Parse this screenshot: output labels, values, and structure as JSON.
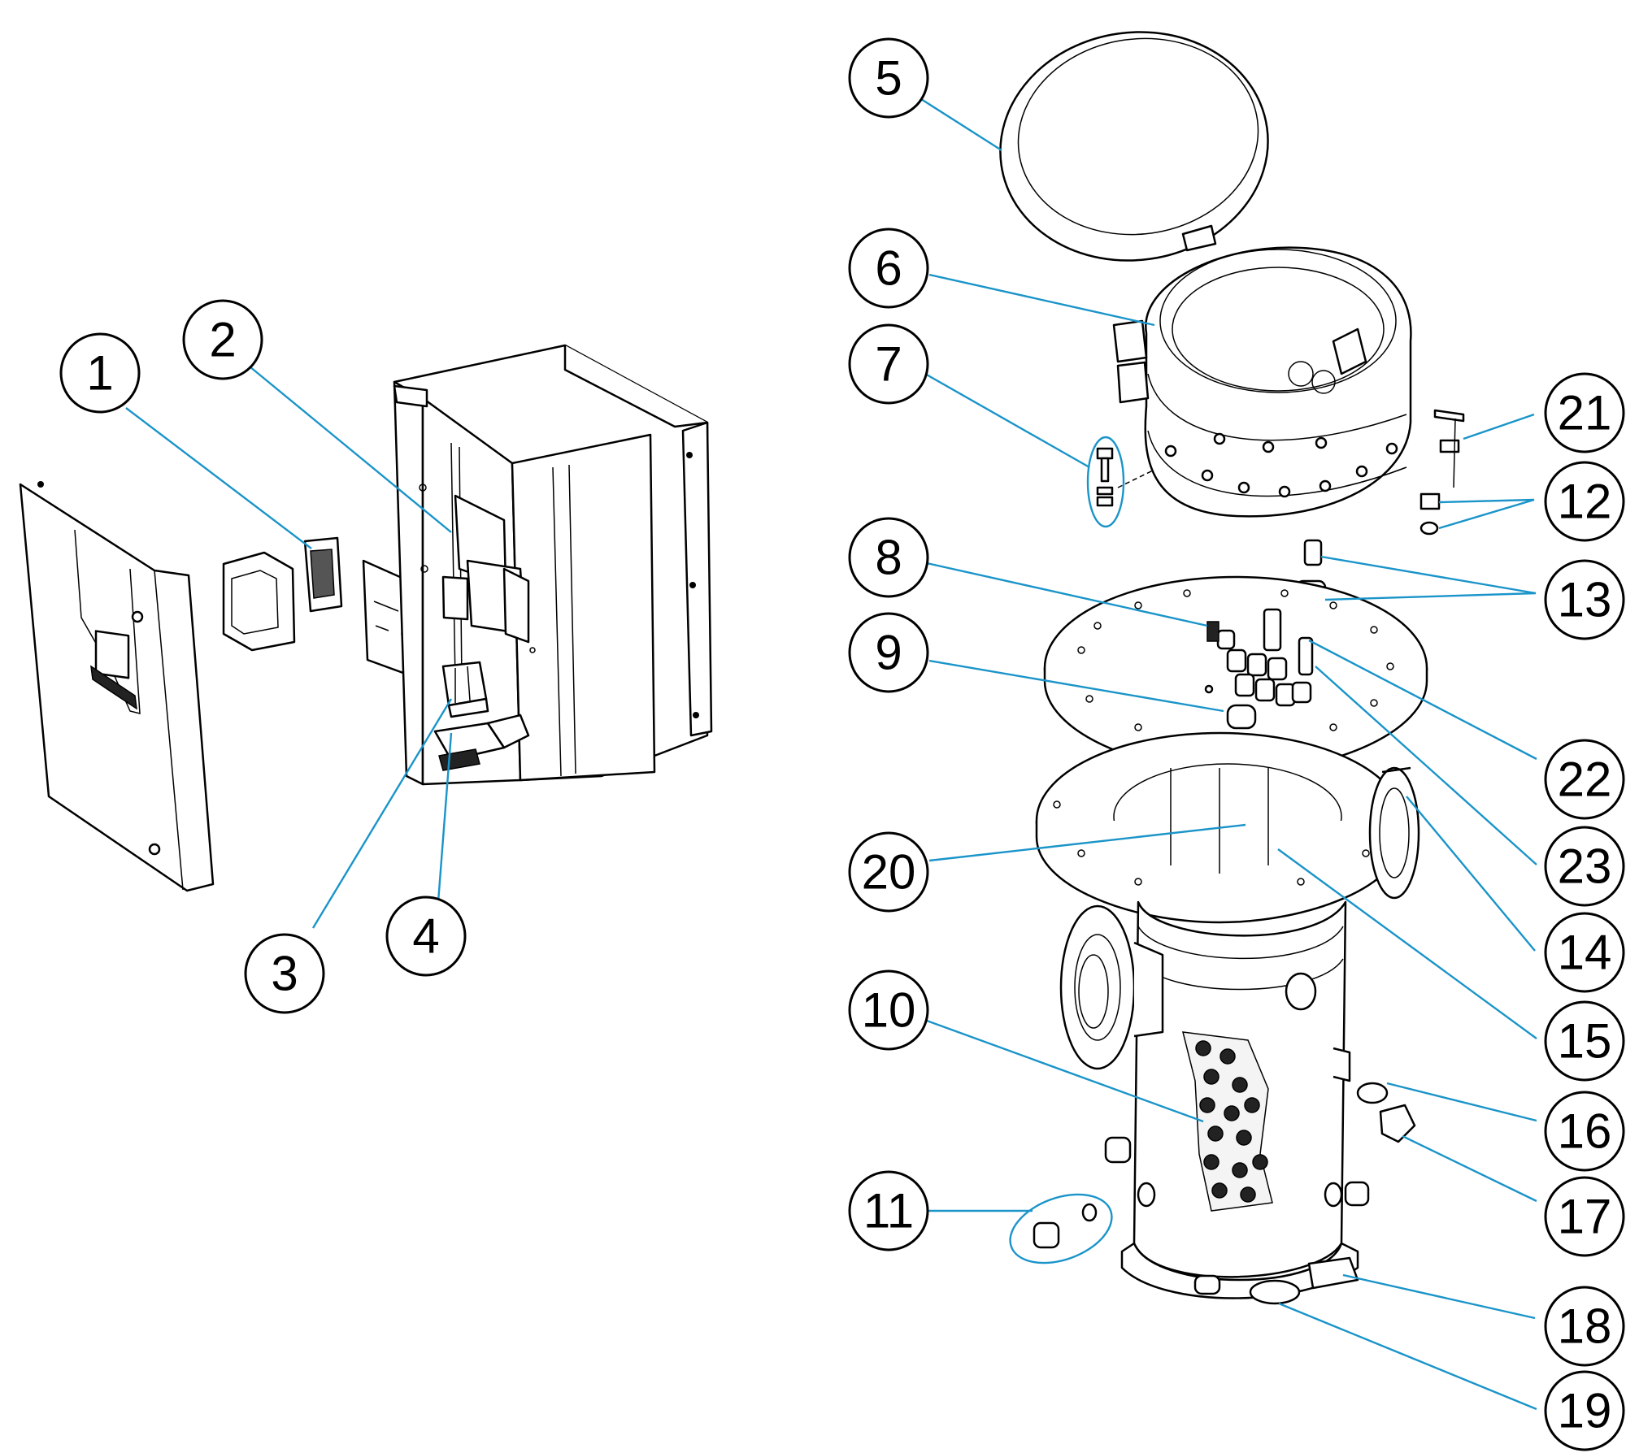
{
  "diagram": {
    "callouts": [
      {
        "label": "1"
      },
      {
        "label": "2"
      },
      {
        "label": "3"
      },
      {
        "label": "4"
      },
      {
        "label": "5"
      },
      {
        "label": "6"
      },
      {
        "label": "7"
      },
      {
        "label": "8"
      },
      {
        "label": "9"
      },
      {
        "label": "10"
      },
      {
        "label": "11"
      },
      {
        "label": "12"
      },
      {
        "label": "13"
      },
      {
        "label": "14"
      },
      {
        "label": "15"
      },
      {
        "label": "16"
      },
      {
        "label": "17"
      },
      {
        "label": "18"
      },
      {
        "label": "19"
      },
      {
        "label": "20"
      },
      {
        "label": "21"
      },
      {
        "label": "22"
      },
      {
        "label": "23"
      }
    ],
    "leader_color": "#1a94c9",
    "line_color": "#000000"
  }
}
